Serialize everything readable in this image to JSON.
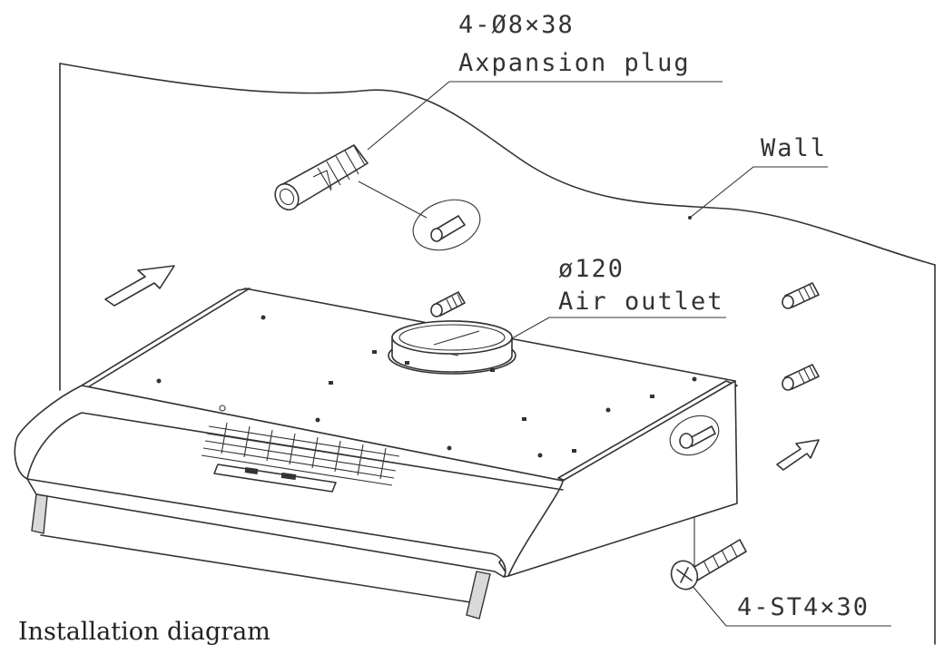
{
  "caption": "Installation diagram",
  "labels": {
    "plug_spec": "4-Ø8×38",
    "plug_name": "Axpansion plug",
    "wall": "Wall",
    "outlet_spec": "ø120",
    "outlet_name": "Air outlet",
    "screw_spec": "4-ST4×30"
  }
}
